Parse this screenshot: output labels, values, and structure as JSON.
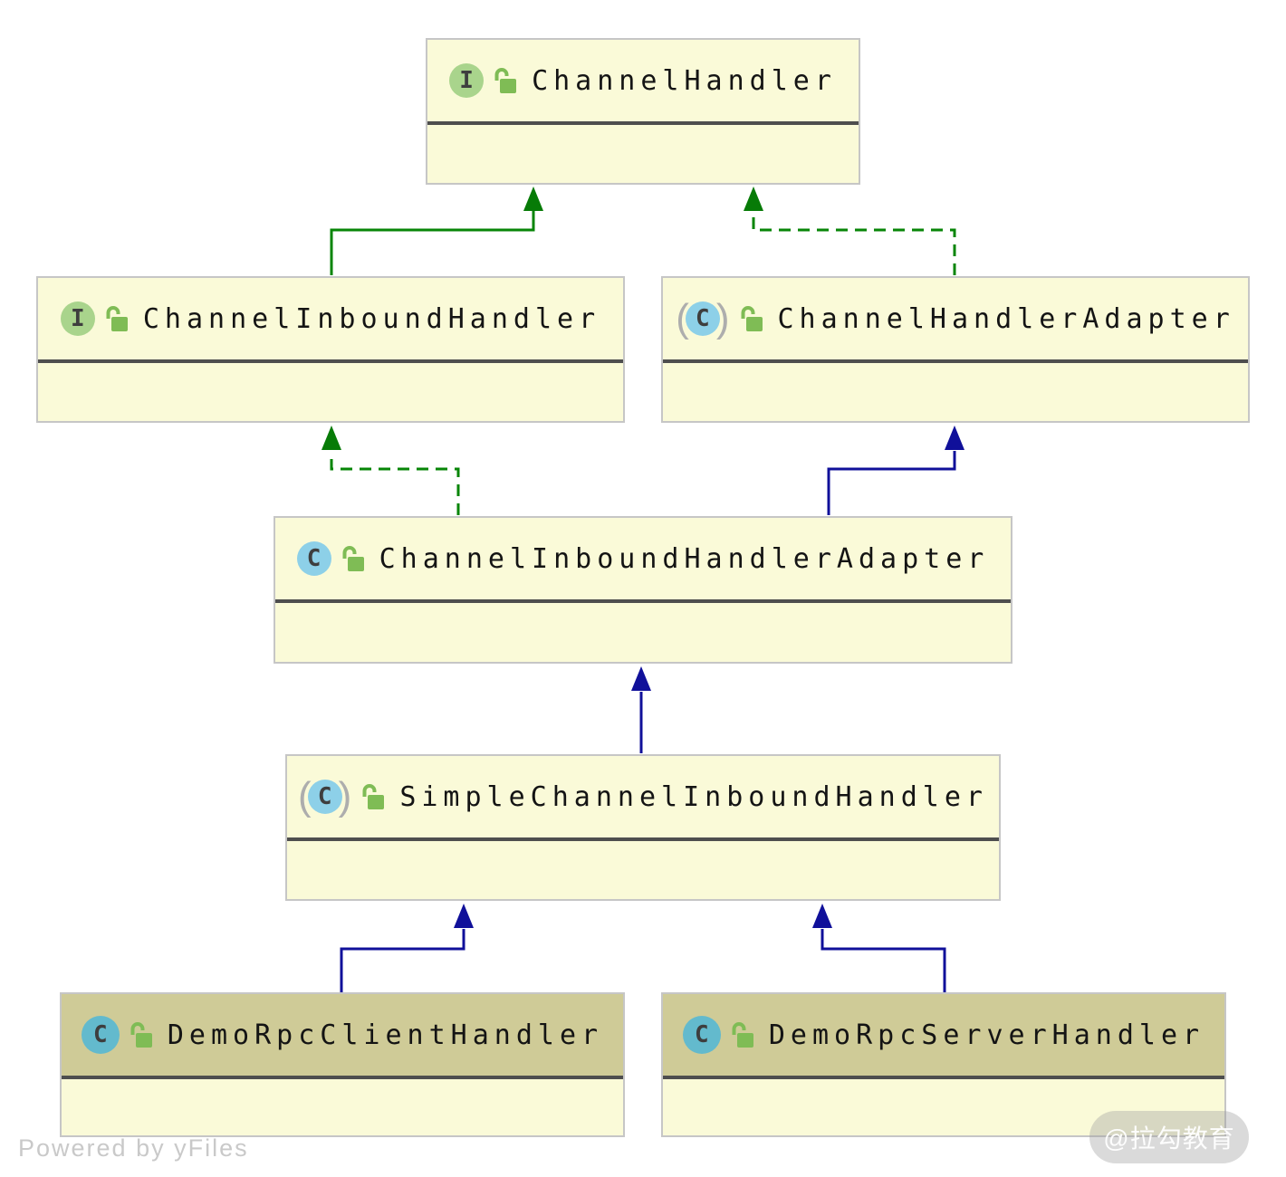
{
  "diagram": {
    "classes": [
      {
        "name": "ChannelHandler",
        "kind": "interface",
        "badge": "I",
        "abstract": false,
        "origin": "library",
        "visibility": "public-unlocked"
      },
      {
        "name": "ChannelInboundHandler",
        "kind": "interface",
        "badge": "I",
        "abstract": false,
        "origin": "library",
        "visibility": "public-unlocked"
      },
      {
        "name": "ChannelHandlerAdapter",
        "kind": "class",
        "badge": "C",
        "abstract": true,
        "origin": "library",
        "visibility": "public-unlocked"
      },
      {
        "name": "ChannelInboundHandlerAdapter",
        "kind": "class",
        "badge": "C",
        "abstract": false,
        "origin": "library",
        "visibility": "public-unlocked"
      },
      {
        "name": "SimpleChannelInboundHandler",
        "kind": "class",
        "badge": "C",
        "abstract": true,
        "origin": "library",
        "visibility": "public-unlocked"
      },
      {
        "name": "DemoRpcClientHandler",
        "kind": "class",
        "badge": "C",
        "abstract": false,
        "origin": "project",
        "visibility": "public-unlocked"
      },
      {
        "name": "DemoRpcServerHandler",
        "kind": "class",
        "badge": "C",
        "abstract": false,
        "origin": "project",
        "visibility": "public-unlocked"
      }
    ],
    "edges": [
      {
        "from": "ChannelInboundHandler",
        "to": "ChannelHandler",
        "relation": "extends",
        "style": "solid",
        "color": "#078507"
      },
      {
        "from": "ChannelHandlerAdapter",
        "to": "ChannelHandler",
        "relation": "implements",
        "style": "dashed",
        "color": "#078507"
      },
      {
        "from": "ChannelInboundHandlerAdapter",
        "to": "ChannelInboundHandler",
        "relation": "implements",
        "style": "dashed",
        "color": "#078507"
      },
      {
        "from": "ChannelInboundHandlerAdapter",
        "to": "ChannelHandlerAdapter",
        "relation": "extends",
        "style": "solid",
        "color": "#10109A"
      },
      {
        "from": "SimpleChannelInboundHandler",
        "to": "ChannelInboundHandlerAdapter",
        "relation": "extends",
        "style": "solid",
        "color": "#10109A"
      },
      {
        "from": "DemoRpcClientHandler",
        "to": "SimpleChannelInboundHandler",
        "relation": "extends",
        "style": "solid",
        "color": "#10109A"
      },
      {
        "from": "DemoRpcServerHandler",
        "to": "SimpleChannelInboundHandler",
        "relation": "extends",
        "style": "solid",
        "color": "#10109A"
      }
    ]
  },
  "footer": {
    "powered_by": "Powered by yFiles"
  },
  "watermark": {
    "label": "@拉勾教育"
  },
  "colors": {
    "node_body": "#FAFAD8",
    "node_border": "#C6C6C6",
    "node_divider": "#4E4E4E",
    "project_header": "#CFCB97",
    "interface_icon": "#A9D48C",
    "class_icon": "#8DD0E8",
    "project_class_icon": "#63BACD",
    "lock_icon": "#7FBC55",
    "extends_interface_edge": "#078507",
    "extends_class_edge": "#10109A"
  }
}
